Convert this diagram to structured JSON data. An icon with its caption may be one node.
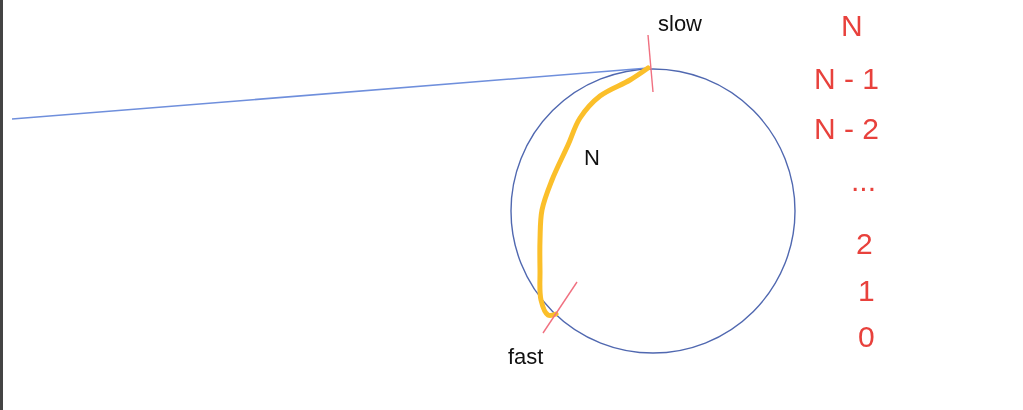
{
  "diagram": {
    "labels": [
      "slow",
      "N",
      "fast",
      "N",
      "N - 1",
      "N - 2",
      "...",
      "2",
      "1",
      "0"
    ]
  }
}
